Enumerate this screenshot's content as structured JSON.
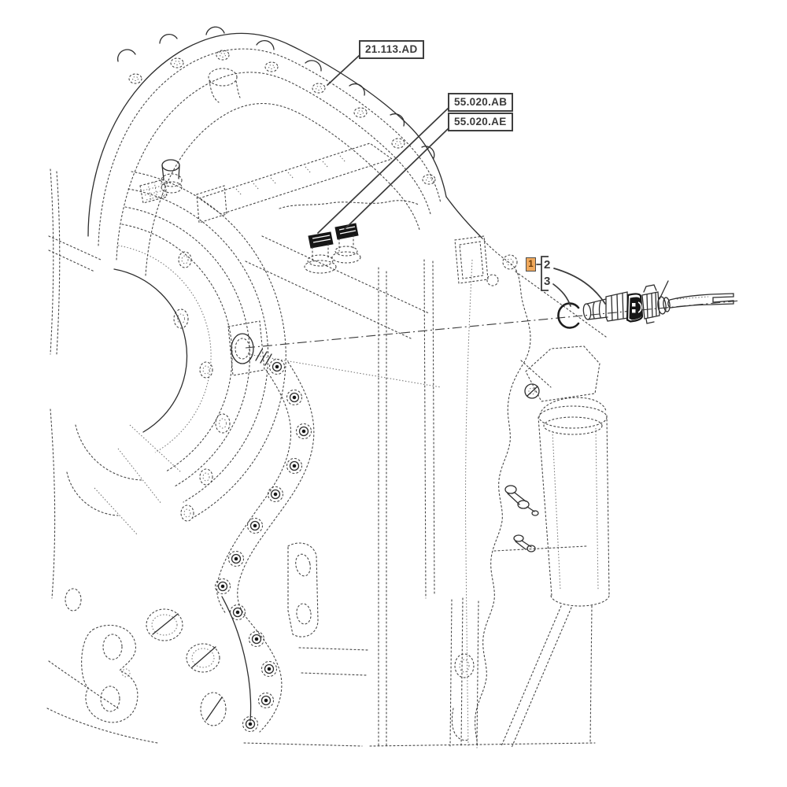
{
  "page": {
    "background": "#ffffff"
  },
  "diagram": {
    "type": "exploded-parts-line-drawing",
    "subject": "transmission-housing-with-speed-sensor",
    "ref_labels": [
      {
        "code": "21.113.AD"
      },
      {
        "code": "55.020.AB"
      },
      {
        "code": "55.020.AE"
      }
    ],
    "callouts": {
      "highlighted": {
        "number": "1"
      },
      "items": [
        {
          "number": "2"
        },
        {
          "number": "3"
        }
      ]
    },
    "colors": {
      "line": "#2e2e2e",
      "label_border": "#3f3f3f",
      "label_text": "#3a3a3a",
      "highlight_fill": "#f0a95c",
      "highlight_border": "#4d4d4d",
      "highlight_text": "#6b3c08"
    }
  }
}
